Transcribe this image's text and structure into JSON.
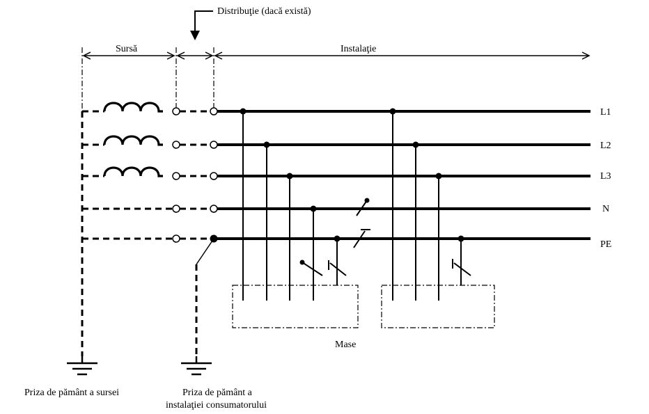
{
  "labels": {
    "distribution": "Distribuţie (dacă există)",
    "source": "Sursă",
    "installation": "Instalaţie",
    "masses": "Mase",
    "source_earth": "Priza de pământ a sursei",
    "consumer_earth_line1": "Priza de pământ a",
    "consumer_earth_line2": "instalaţiei consumatorului"
  },
  "conductors": [
    {
      "id": "L1",
      "label": "L1"
    },
    {
      "id": "L2",
      "label": "L2"
    },
    {
      "id": "L3",
      "label": "L3"
    },
    {
      "id": "N",
      "label": "N"
    },
    {
      "id": "PE",
      "label": "PE"
    }
  ]
}
